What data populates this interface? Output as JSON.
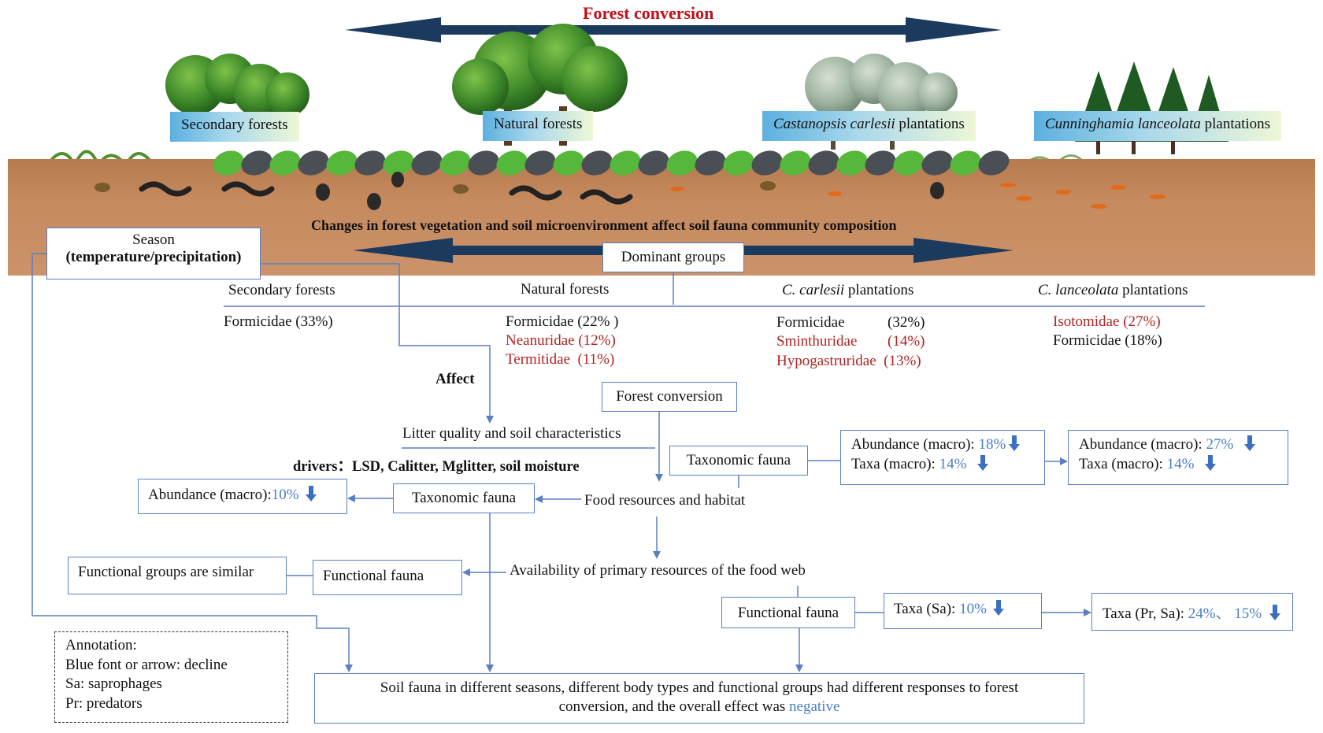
{
  "title": "Forest conversion",
  "forests": [
    {
      "label": "Secondary forests"
    },
    {
      "label": "Natural forests"
    },
    {
      "label_italic": "Castanopsis carlesii",
      "label_rest": " plantations"
    },
    {
      "label_italic": "Cunninghamia lanceolata",
      "label_rest": " plantations"
    }
  ],
  "soil_caption": "Changes in forest vegetation and soil microenvironment affect soil fauna community composition",
  "season": {
    "line1": "Season",
    "line2": "(temperature/precipitation)"
  },
  "dominant_groups": "Dominant groups",
  "columns": [
    {
      "header": "Secondary forests",
      "items": [
        {
          "name": "Formicidae",
          "pct": "(33%)",
          "highlight": false
        }
      ]
    },
    {
      "header": "Natural forests",
      "items": [
        {
          "name": "Formicidae",
          "pct": "(22% )",
          "highlight": false
        },
        {
          "name": "Neanuridae",
          "pct": "(12%)",
          "highlight": true
        },
        {
          "name": "Termitidae",
          "pct": "(11%)",
          "highlight": true
        }
      ]
    },
    {
      "header_italic": "C. carlesii",
      "header_rest": " plantations",
      "items": [
        {
          "name": "Formicidae",
          "pct": "(32%)",
          "highlight": false
        },
        {
          "name": "Sminthuridae",
          "pct": "(14%)",
          "highlight": true
        },
        {
          "name": "Hypogastruridae",
          "pct": "(13%)",
          "highlight": true
        }
      ]
    },
    {
      "header_italic": "C. lanceolata",
      "header_rest": " plantations",
      "items": [
        {
          "name": "Isotomidae",
          "pct": "(27%)",
          "highlight": true
        },
        {
          "name": "Formicidae",
          "pct": "(18%)",
          "highlight": false
        }
      ]
    }
  ],
  "affect": "Affect",
  "forest_conversion_box": "Forest conversion",
  "litter": "Litter quality and soil characteristics",
  "drivers": "drivers：LSD, Calitter, Mglitter, soil moisture",
  "taxonomic_fauna_right": "Taxonomic fauna",
  "macro1": {
    "abund_label": "Abundance (macro): ",
    "abund_val": "18%",
    "taxa_label": "Taxa (macro): ",
    "taxa_val": "14%"
  },
  "macro2": {
    "abund_label": "Abundance (macro): ",
    "abund_val": "27%",
    "taxa_label": "Taxa (macro): ",
    "taxa_val": "14%"
  },
  "abund_left": {
    "label": "Abundance (macro):",
    "val": "10%"
  },
  "taxonomic_fauna_left": "Taxonomic fauna",
  "food": "Food resources and habitat",
  "functional_similar": "Functional groups are similar",
  "functional_fauna_left": "Functional fauna",
  "availability": "Availability of primary resources of the food web",
  "functional_fauna_right": "Functional fauna",
  "taxa_sa": {
    "label": "Taxa (Sa): ",
    "val": "10%"
  },
  "taxa_pr_sa": {
    "label": "Taxa (Pr, Sa): ",
    "val": "24%、 15%"
  },
  "annotation": [
    "Annotation:",
    "Blue font or  arrow: decline",
    "Sa: saprophages",
    "Pr: predators"
  ],
  "conclusion": {
    "line1": "Soil fauna in different seasons, different body types and functional groups had different responses to forest",
    "line2_a": "conversion, and the overall effect was ",
    "line2_b": "negative"
  },
  "colors": {
    "title_red": "#c0101a",
    "decline_blue": "#4a7ec8",
    "arrow_dark": "#1c3a5e",
    "line_blue": "#5a7fc0"
  }
}
